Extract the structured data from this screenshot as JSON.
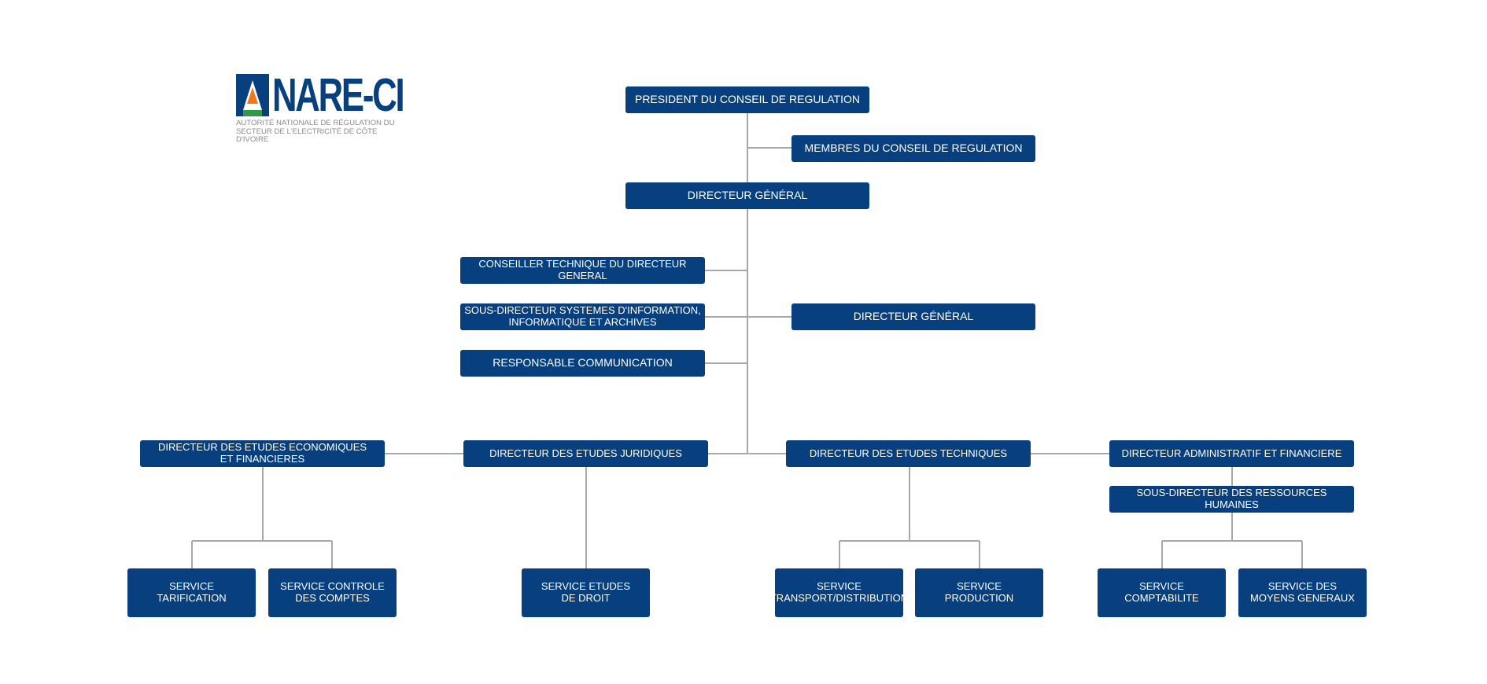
{
  "logo": {
    "wordmark": "NARE-CI",
    "tagline": "AUTORITÉ NATIONALE DE RÉGULATION DU\nSECTEUR DE L'ELECTRICITÉ DE CÔTE D'IVOIRE"
  },
  "chart": {
    "president": "PRESIDENT DU CONSEIL DE REGULATION",
    "membres": "MEMBRES DU CONSEIL DE REGULATION",
    "dg": "DIRECTEUR GÉNÉRAL",
    "conseiller": "CONSEILLER TECHNIQUE DU DIRECTEUR GENERAL",
    "sous_dir_si": "SOUS-DIRECTEUR SYSTEMES D'INFORMATION,\nINFORMATIQUE ET ARCHIVES",
    "dg_right": "DIRECTEUR GÉNÉRAL",
    "resp_comm": "RESPONSABLE COMMUNICATION",
    "dir_eco": "DIRECTEUR DES ETUDES ECONOMIQUES\nET FINANCIERES",
    "dir_jur": "DIRECTEUR DES ETUDES JURIDIQUES",
    "dir_tech": "DIRECTEUR DES ETUDES TECHNIQUES",
    "dir_admin": "DIRECTEUR ADMINISTRATIF ET FINANCIERE",
    "sous_dir_rh": "SOUS-DIRECTEUR DES RESSOURCES HUMAINES",
    "svc_tarif": "SERVICE\nTARIFICATION",
    "svc_controle": "SERVICE CONTROLE\nDES COMPTES",
    "svc_droit": "SERVICE ETUDES\nDE DROIT",
    "svc_transport": "SERVICE\nTRANSPORT/DISTRIBUTION",
    "svc_production": "SERVICE\nPRODUCTION",
    "svc_compta": "SERVICE\nCOMPTABILITE",
    "svc_moyens": "SERVICE DES\nMOYENS GENERAUX"
  },
  "colors": {
    "box": "#073f7f",
    "line": "#a8a8a8",
    "logo_orange": "#f07a1a",
    "logo_green": "#2f9a48"
  }
}
